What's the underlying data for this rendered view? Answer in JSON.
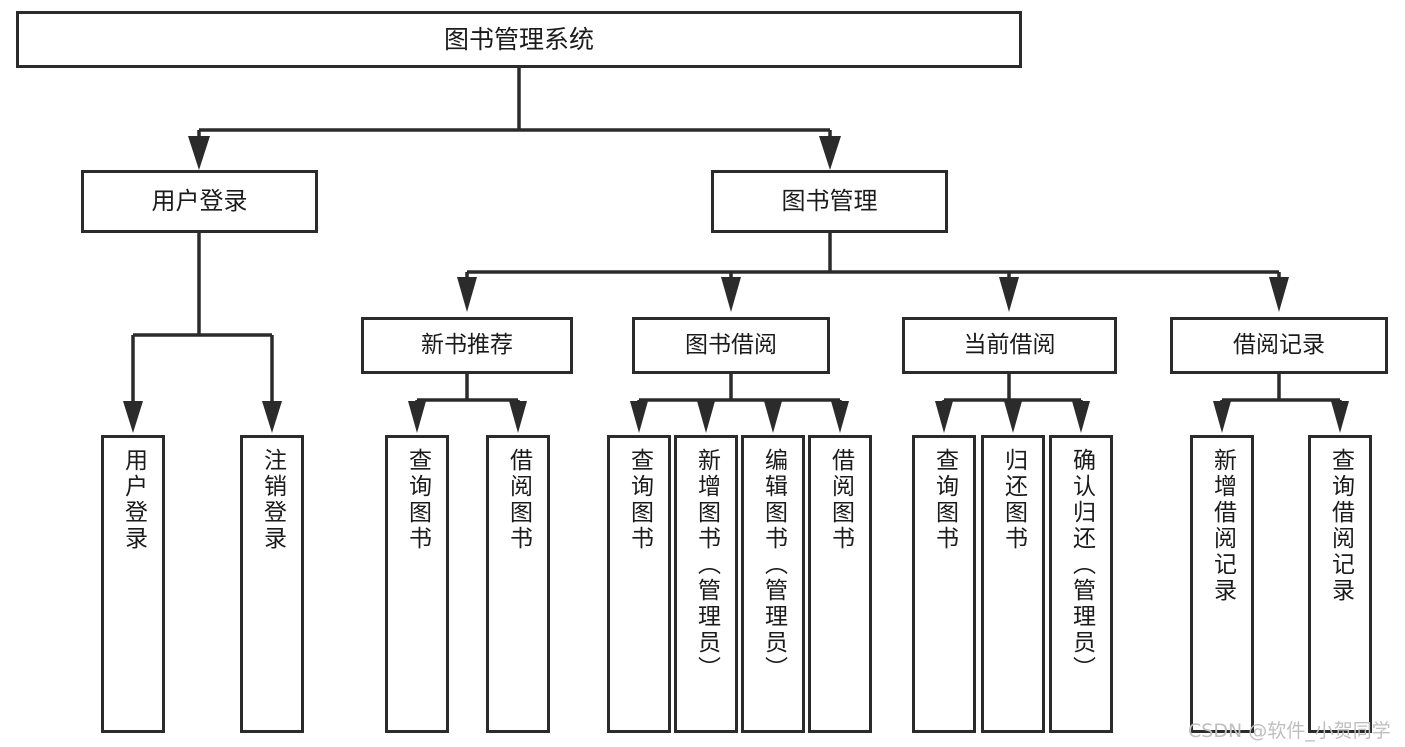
{
  "diagram": {
    "title": "图书管理系统",
    "type": "tree",
    "watermark": "CSDN @软件_小贺同学",
    "colors": {
      "box_border": "#2b2b2b",
      "box_fill": "#ffffff",
      "connector": "#2b2b2b",
      "text": "#1b1b1b",
      "watermark": "#bfbfbf",
      "background": "#ffffff"
    },
    "root": {
      "label": "图书管理系统"
    },
    "level1": [
      {
        "label": "用户登录"
      },
      {
        "label": "图书管理"
      }
    ],
    "level2": [
      {
        "label": "新书推荐"
      },
      {
        "label": "图书借阅"
      },
      {
        "label": "当前借阅"
      },
      {
        "label": "借阅记录"
      }
    ],
    "leaves": {
      "user_login": [
        {
          "label": "用户登录"
        },
        {
          "label": "注销登录"
        }
      ],
      "new_book_recommend": [
        {
          "label": "查询图书"
        },
        {
          "label": "借阅图书"
        }
      ],
      "book_borrow": [
        {
          "label": "查询图书"
        },
        {
          "label": "新增图书（管理员）"
        },
        {
          "label": "编辑图书（管理员）"
        },
        {
          "label": "借阅图书"
        }
      ],
      "current_borrow": [
        {
          "label": "查询图书"
        },
        {
          "label": "归还图书"
        },
        {
          "label": "确认归还（管理员）"
        }
      ],
      "borrow_record": [
        {
          "label": "新增借阅记录"
        },
        {
          "label": "查询借阅记录"
        }
      ]
    }
  }
}
